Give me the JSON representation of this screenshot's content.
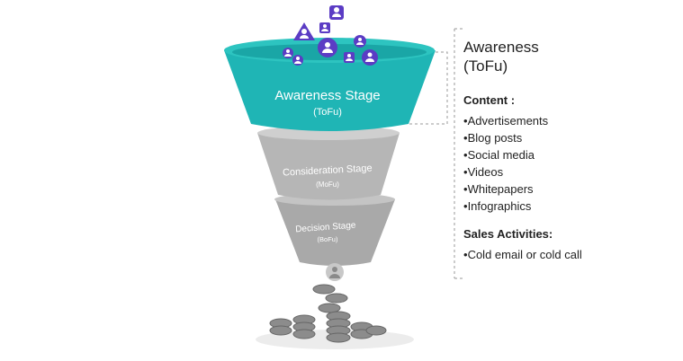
{
  "funnel": {
    "stages": [
      {
        "name": "Awareness Stage",
        "abbr": "(ToFu)",
        "color": "#1fb5b5"
      },
      {
        "name": "Consideration Stage",
        "abbr": "(MoFu)",
        "color": "#b4b4b4"
      },
      {
        "name": "Decision Stage",
        "abbr": "(BoFu)",
        "color": "#a6a6a6"
      }
    ],
    "people_icon_color": "#5b3cc4",
    "coin_color": "#8a8a8a"
  },
  "panel": {
    "title_line1": "Awareness",
    "title_line2": "(ToFu)",
    "content_heading": "Content :",
    "content_items": [
      "Advertisements",
      "Blog posts",
      "Social media",
      "Videos",
      "Whitepapers",
      "Infographics"
    ],
    "sales_heading": "Sales Activities:",
    "sales_items": [
      "Cold email or cold call"
    ]
  }
}
